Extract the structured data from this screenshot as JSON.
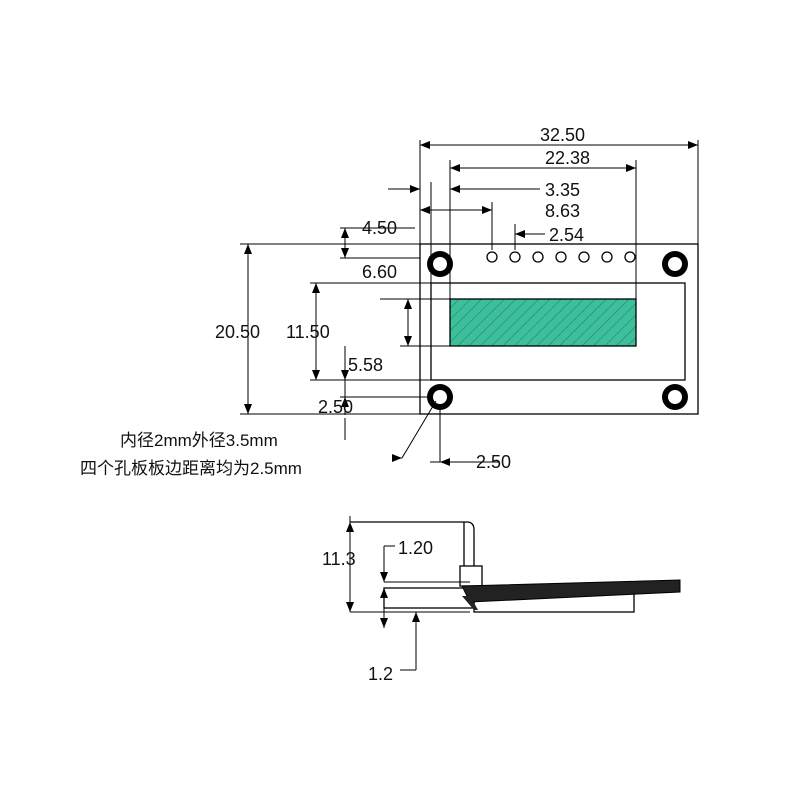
{
  "top_view": {
    "dimensions": {
      "width_total": "32.50",
      "display_width": "22.38",
      "display_offset_x": "3.35",
      "pin_offset_x": "8.63",
      "pin_pitch": "2.54",
      "pin_offset_y": "4.50",
      "display_offset_y": "6.60",
      "height_total": "20.50",
      "display_height": "11.50",
      "active_offset_y": "5.58",
      "hole_offset_y": "2.50",
      "hole_offset_x": "2.50"
    },
    "notes": {
      "hole_size": "内径2mm外径3.5mm",
      "hole_spacing": "四个孔板板边距离均为2.5mm"
    },
    "pin_count": 7,
    "colors": {
      "active_area": "#3dbf9c",
      "line": "#000000"
    }
  },
  "side_view": {
    "dimensions": {
      "total_height": "11.3",
      "pin_header_height": "1.20",
      "board_thickness": "1.2"
    }
  }
}
